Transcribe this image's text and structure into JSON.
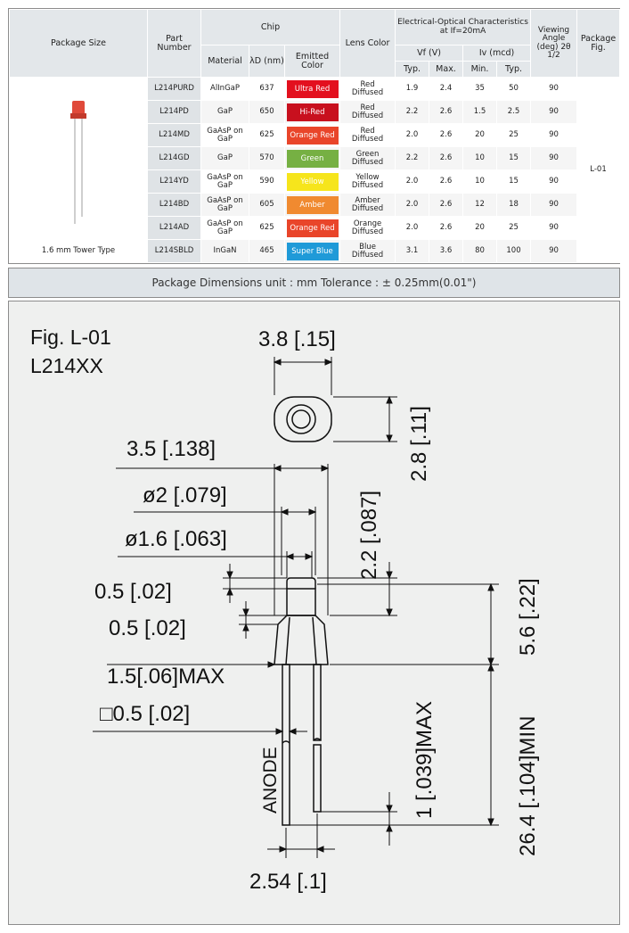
{
  "table": {
    "headers": {
      "package_size": "Package Size",
      "part_number": "Part Number",
      "chip": "Chip",
      "material": "Material",
      "lambda_d": "λD (nm)",
      "emitted_color": "Emitted Color",
      "lens_color": "Lens Color",
      "electrical_optical": "Electrical-Optical Characteristics at If=20mA",
      "vf": "Vf (V)",
      "iv": "Iv (mcd)",
      "typ": "Typ.",
      "max": "Max.",
      "min": "Min.",
      "viewing_angle": "Viewing Angle (deg) 2θ 1/2",
      "package_fig": "Package Fig."
    },
    "package_label": "1.6 mm Tower Type",
    "package_fig": "L-01",
    "rows": [
      {
        "part": "L214PURD",
        "material": "AlInGaP",
        "lambda": "637",
        "emitted": "Ultra Red",
        "color": "#e3101e",
        "lens1": "Red",
        "lens2": "Diffused",
        "vf_typ": "1.9",
        "vf_max": "2.4",
        "iv_min": "35",
        "iv_typ": "50",
        "angle": "90"
      },
      {
        "part": "L214PD",
        "material": "GaP",
        "lambda": "650",
        "emitted": "Hi-Red",
        "color": "#c8101e",
        "lens1": "Red",
        "lens2": "Diffused",
        "vf_typ": "2.2",
        "vf_max": "2.6",
        "iv_min": "1.5",
        "iv_typ": "2.5",
        "angle": "90"
      },
      {
        "part": "L214MD",
        "material": "GaAsP on GaP",
        "lambda": "625",
        "emitted": "Orange Red",
        "color": "#e9452a",
        "lens1": "Red",
        "lens2": "Diffused",
        "vf_typ": "2.0",
        "vf_max": "2.6",
        "iv_min": "20",
        "iv_typ": "25",
        "angle": "90"
      },
      {
        "part": "L214GD",
        "material": "GaP",
        "lambda": "570",
        "emitted": "Green",
        "color": "#76b043",
        "lens1": "Green",
        "lens2": "Diffused",
        "vf_typ": "2.2",
        "vf_max": "2.6",
        "iv_min": "10",
        "iv_typ": "15",
        "angle": "90"
      },
      {
        "part": "L214YD",
        "material": "GaAsP on GaP",
        "lambda": "590",
        "emitted": "Yellow",
        "color": "#f6e51c",
        "lens1": "Yellow",
        "lens2": "Diffused",
        "vf_typ": "2.0",
        "vf_max": "2.6",
        "iv_min": "10",
        "iv_typ": "15",
        "angle": "90"
      },
      {
        "part": "L214BD",
        "material": "GaAsP on GaP",
        "lambda": "605",
        "emitted": "Amber",
        "color": "#f08a30",
        "lens1": "Amber",
        "lens2": "Diffused",
        "vf_typ": "2.0",
        "vf_max": "2.6",
        "iv_min": "12",
        "iv_typ": "18",
        "angle": "90"
      },
      {
        "part": "L214AD",
        "material": "GaAsP on GaP",
        "lambda": "625",
        "emitted": "Orange Red",
        "color": "#e9452a",
        "lens1": "Orange",
        "lens2": "Diffused",
        "vf_typ": "2.0",
        "vf_max": "2.6",
        "iv_min": "20",
        "iv_typ": "25",
        "angle": "90"
      },
      {
        "part": "L214SBLD",
        "material": "InGaN",
        "lambda": "465",
        "emitted": "Super Blue",
        "color": "#1f9ad8",
        "lens1": "Blue",
        "lens2": "Diffused",
        "vf_typ": "3.1",
        "vf_max": "3.6",
        "iv_min": "80",
        "iv_typ": "100",
        "angle": "90"
      }
    ]
  },
  "dimensions_title": "Package Dimensions   unit : mm  Tolerance : ± 0.25mm(0.01\")",
  "drawing": {
    "fig": "Fig. L-01",
    "model": "L214XX",
    "dim_top_width": "3.8 [.15]",
    "dim_top_height": "2.8 [.11]",
    "dim_35": "3.5 [.138]",
    "dim_phi2": "ø2 [.079]",
    "dim_phi16": "ø1.6 [.063]",
    "dim_05a": "0.5 [.02]",
    "dim_05b": "0.5 [.02]",
    "dim_15": "1.5[.06]MAX",
    "dim_sq05": "□0.5 [.02]",
    "dim_22": "2.2 [.087]",
    "dim_56": "5.6 [.22]",
    "dim_1": "1 [.039]MAX",
    "dim_264": "26.4 [.104]MIN",
    "dim_254": "2.54 [.1]",
    "anode": "ANODE"
  }
}
